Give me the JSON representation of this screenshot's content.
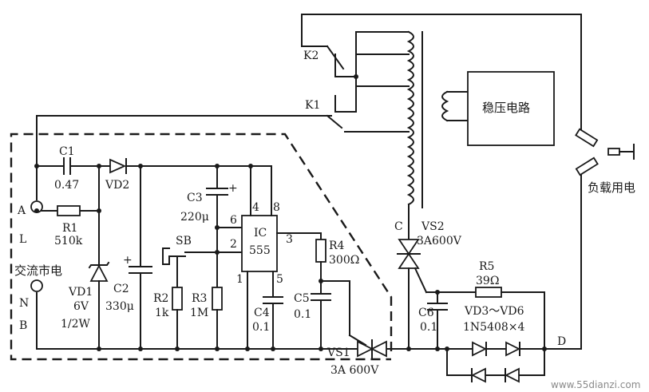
{
  "labels": {
    "k2": "K2",
    "k1": "K1",
    "regulator": "稳压电路",
    "load": "负载用电",
    "mains": "交流市电",
    "node_a": "A",
    "node_b": "B",
    "node_l": "L",
    "node_n": "N",
    "node_c": "C",
    "node_d": "D",
    "c1_name": "C1",
    "c1_val": "0.47",
    "vd2": "VD2",
    "r1_name": "R1",
    "r1_val": "510k",
    "vd1_name": "VD1",
    "vd1_v": "6V",
    "vd1_w": "1/2W",
    "c2_name": "C2",
    "c2_val": "330μ",
    "c3_name": "C3",
    "c3_val": "220μ",
    "sb": "SB",
    "r2_name": "R2",
    "r2_val": "1k",
    "r3_name": "R3",
    "r3_val": "1M",
    "ic_name": "IC",
    "ic_type": "555",
    "pin4": "4",
    "pin8": "8",
    "pin6": "6",
    "pin2": "2",
    "pin3": "3",
    "pin1": "1",
    "pin5": "5",
    "c4_name": "C4",
    "c4_val": "0.1",
    "r4_name": "R4",
    "r4_val": "300Ω",
    "c5_name": "C5",
    "c5_val": "0.1",
    "vs1_name": "VS1",
    "vs1_val": "3A 600V",
    "vs2_name": "VS2",
    "vs2_val": "3A600V",
    "r5_name": "R5",
    "r5_val": "39Ω",
    "c6_name": "C6",
    "c6_val": "0.1",
    "vd36_name": "VD3～VD6",
    "vd36_val": "1N5408×4",
    "plus_c3": "+",
    "plus_c2": "+",
    "watermark": "www.55dianzi.com"
  }
}
